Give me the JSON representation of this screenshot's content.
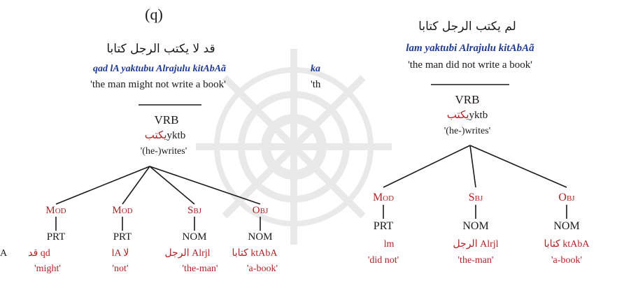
{
  "left": {
    "label": "(q)",
    "arabic": "قد لا يكتب الرجل كتابا",
    "translit": "qad lA yaktubu Alrajulu kitAbAã",
    "gloss": "'the man might not write a book'",
    "root": {
      "cat": "VRB",
      "arabic": "يكتب",
      "translit": "yktb",
      "gloss": "'(he-)writes'"
    },
    "children": [
      {
        "rel": "Mod",
        "cat": "PRT",
        "word": "قد qd",
        "gloss": "'might'"
      },
      {
        "rel": "Mod",
        "cat": "PRT",
        "word": "lA لا",
        "gloss": "'not'"
      },
      {
        "rel": "Sbj",
        "cat": "NOM",
        "word": "الرجل Alrjl",
        "gloss": "'the-man'"
      },
      {
        "rel": "Obj",
        "cat": "NOM",
        "word": "كتابا ktAbA",
        "gloss": "'a-book'"
      }
    ],
    "edge_fragment": "A"
  },
  "middle_fragment": {
    "translit": "ka",
    "gloss": "'th"
  },
  "right": {
    "arabic": "لم يكتب الرجل كتابا",
    "translit": "lam yaktubi Alrajulu kitAbAã",
    "gloss": "'the man did not write a book'",
    "root": {
      "cat": "VRB",
      "arabic": "يكتب",
      "translit": "yktb",
      "gloss": "'(he-)writes'"
    },
    "children": [
      {
        "rel": "Mod",
        "cat": "PRT",
        "word": "lm",
        "gloss": "'did not'"
      },
      {
        "rel": "Sbj",
        "cat": "NOM",
        "word": "الرجل Alrjl",
        "gloss": "'the-man'"
      },
      {
        "rel": "Obj",
        "cat": "NOM",
        "word": "كتابا ktAbA",
        "gloss": "'a-book'"
      }
    ]
  },
  "colors": {
    "red": "#b21f24",
    "blue": "#1f3a93",
    "ink": "#1a1a1a",
    "watermark": "#e9e9e9"
  }
}
